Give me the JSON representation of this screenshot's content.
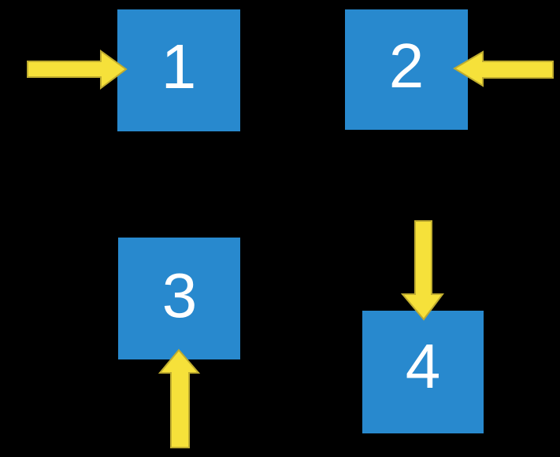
{
  "colors": {
    "background": "#000000",
    "square_blue": "#2889CE",
    "arrow_yellow": "#F6E13A",
    "arrow_outline": "#BFAC2F",
    "label_white": "#FFFFFF"
  },
  "squares": [
    {
      "label": "1",
      "arrow_direction": "right",
      "arrow_enters_from": "left"
    },
    {
      "label": "2",
      "arrow_direction": "left",
      "arrow_enters_from": "right"
    },
    {
      "label": "3",
      "arrow_direction": "up",
      "arrow_enters_from": "bottom"
    },
    {
      "label": "4",
      "arrow_direction": "down",
      "arrow_enters_from": "top"
    }
  ]
}
